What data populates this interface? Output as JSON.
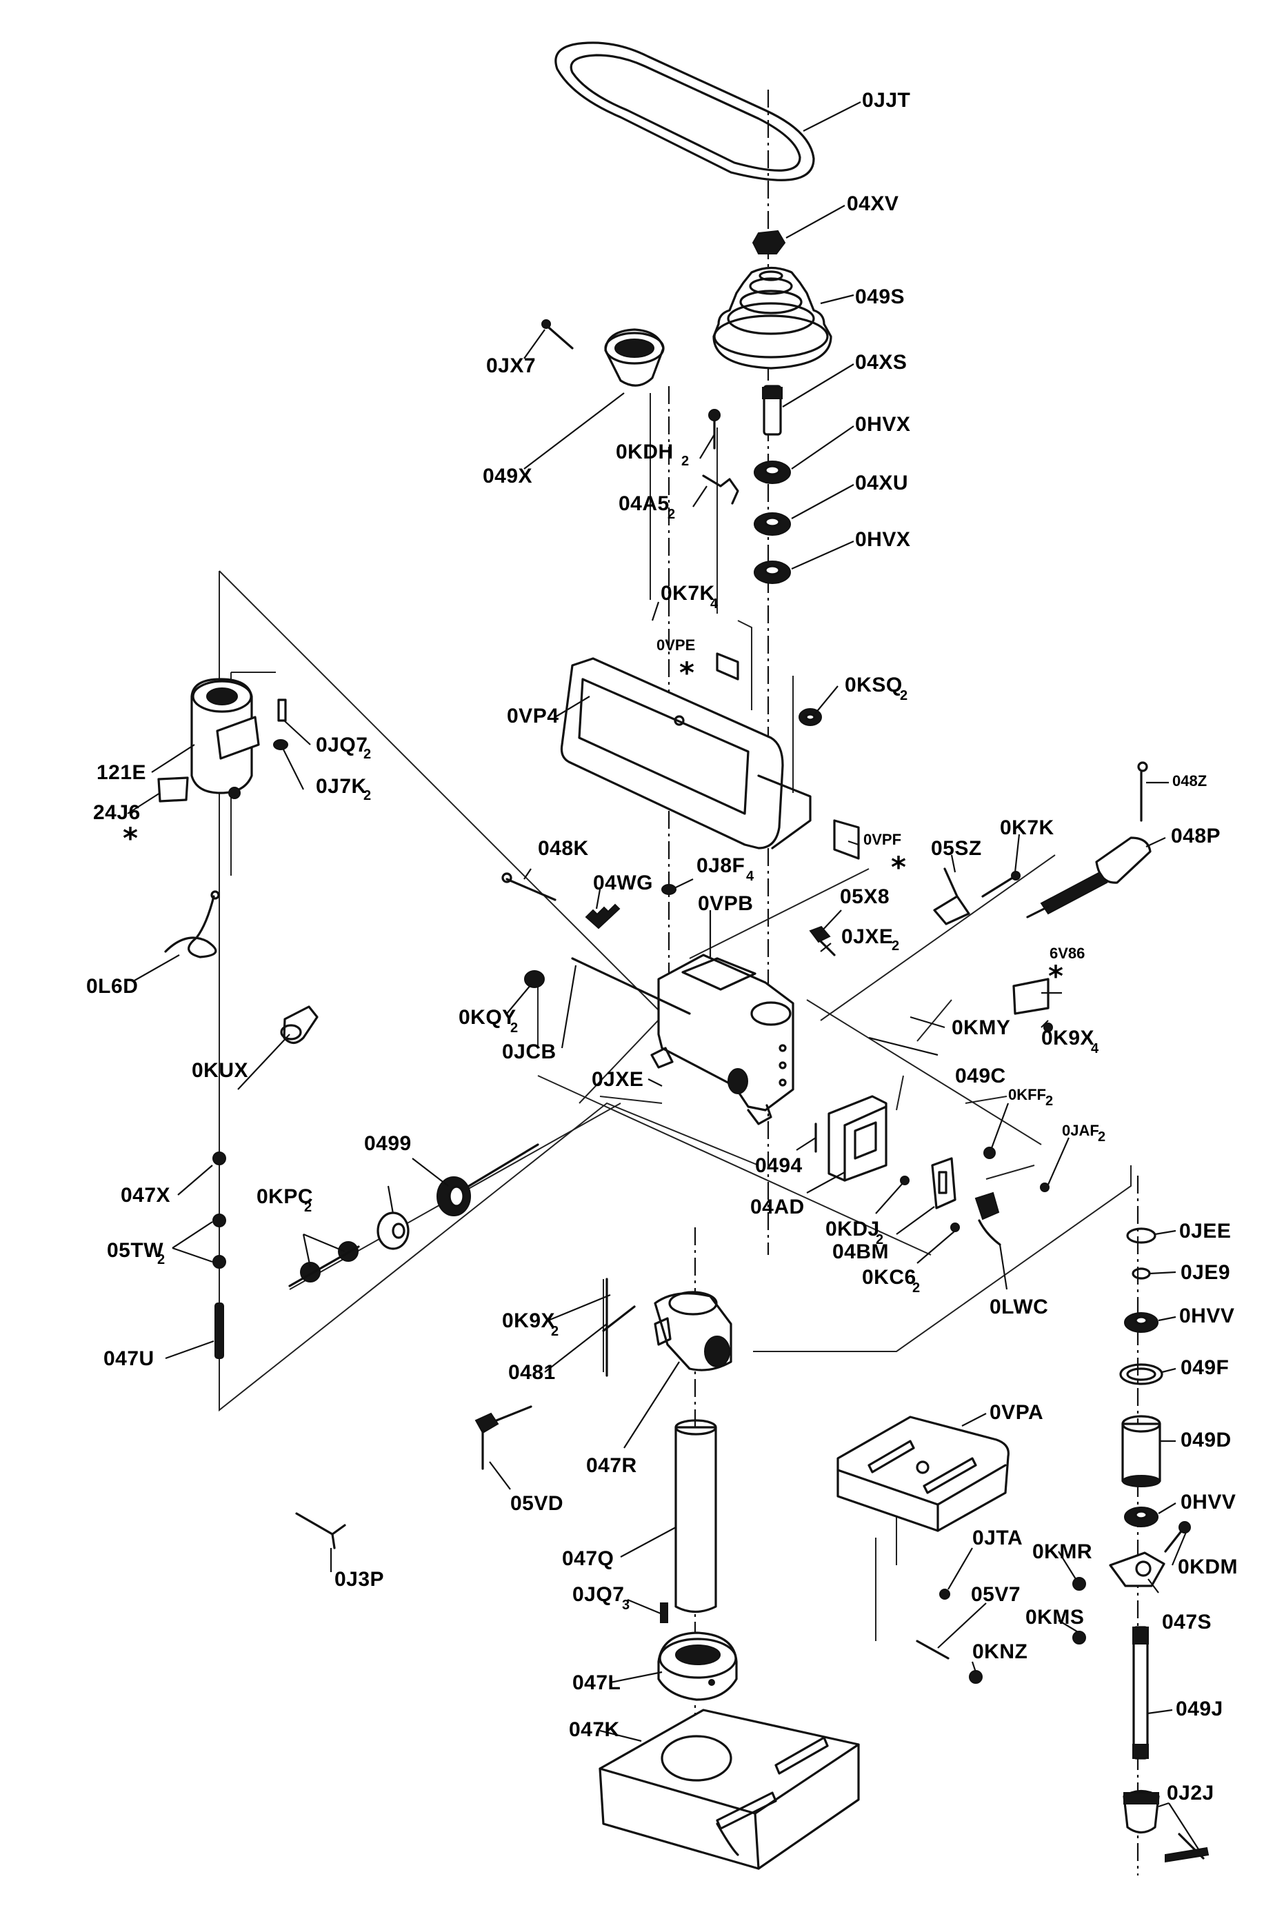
{
  "labels": {
    "belt": "0JJT",
    "nut_top": "04XV",
    "pulley": "049S",
    "spindle_pulley_insert": "04XS",
    "bearing_upper_1": "0HVX",
    "spacer_upper": "04XU",
    "bearing_upper_2": "0HVX",
    "screw_0jx7": "0JX7",
    "motor_pulley": "049X",
    "screw_0kdh": "0KDH",
    "screw_0kdh_sub": "2",
    "bracket_04a5": "04A5",
    "bracket_04a5_sub": "2",
    "screw_0k7k": "0K7K",
    "screw_0k7k_sub": "4",
    "label_0vpe": "0VPE",
    "guard_0vp4": "0VP4",
    "bearing_0ksq": "0KSQ",
    "bearing_0ksq_sub": "2",
    "motor_121e": "121E",
    "switch_0jq7": "0JQ7",
    "switch_0jq7_sub": "2",
    "nut_0j7k": "0J7K",
    "nut_0j7k_sub": "2",
    "plate_24j6": "24J6",
    "label_0vpf": "0VPF",
    "shaft_048k": "048K",
    "spring_04wg": "04WG",
    "nut_0j8f": "0J8F",
    "nut_0j8f_sub": "4",
    "bracket_05sz": "05SZ",
    "screw_0k7k_b": "0K7K",
    "rod_048z": "048Z",
    "knob_048p": "048P",
    "cord_0l6d": "0L6D",
    "knob_0kqy": "0KQY",
    "knob_0kqy_sub": "2",
    "head_0vpb": "0VPB",
    "pin_05x8": "05X8",
    "screw_0jxe_2": "0JXE",
    "screw_0jxe_2_sub": "2",
    "plate_6v86": "6V86",
    "bolt_0jcb": "0JCB",
    "screw_0kmy": "0KMY",
    "screw_0k9x4": "0K9X",
    "screw_0k9x4_sub": "4",
    "sleeve_0kux": "0KUX",
    "screw_0jxe": "0JXE",
    "nut_049c": "049C",
    "nut_0kff": "0KFF",
    "nut_0kff_sub": "2",
    "screw_0jaf": "0JAF",
    "screw_0jaf_sub": "2",
    "spring_0499": "0499",
    "screw_047x": "047X",
    "nut_0kpc": "0KPC",
    "nut_0kpc_sub": "2",
    "switch_0494": "0494",
    "washer_05tw": "05TW",
    "washer_05tw_sub": "2",
    "switchbox_04ad": "04AD",
    "screw_0kdj": "0KDJ",
    "screw_0kdj_sub": "2",
    "plate_04bm": "04BM",
    "screw_0kc6": "0KC6",
    "screw_0kc6_sub": "2",
    "key_0lwc": "0LWC",
    "ring_0jee": "0JEE",
    "ring_0je9": "0JE9",
    "bearing_0hvv_1": "0HVV",
    "ring_049f": "049F",
    "quill_049d": "049D",
    "bearing_0hvv_2": "0HVV",
    "stud_047u": "047U",
    "screw_0k9x2": "0K9X",
    "screw_0k9x2_sub": "2",
    "pin_0481": "0481",
    "bracket_047r": "047R",
    "table_0vpa": "0VPA",
    "handle_05vd": "05VD",
    "wrench_0j3p": "0J3P",
    "column_047q": "047Q",
    "screw_0jq7_3": "0JQ7",
    "screw_0jq7_3_sub": "3",
    "screw_0jta": "0JTA",
    "screw_0kmr": "0KMR",
    "screw_0kdm": "0KDM",
    "base_flange_047l": "047L",
    "pin_05v7": "05V7",
    "screw_0kms": "0KMS",
    "collar_047s": "047S",
    "nut_0knz": "0KNZ",
    "base_047k": "047K",
    "spindle_049j": "049J",
    "chuck_0j2j": "0J2J"
  },
  "stars": [
    "*",
    "*",
    "*",
    "*",
    "*"
  ]
}
